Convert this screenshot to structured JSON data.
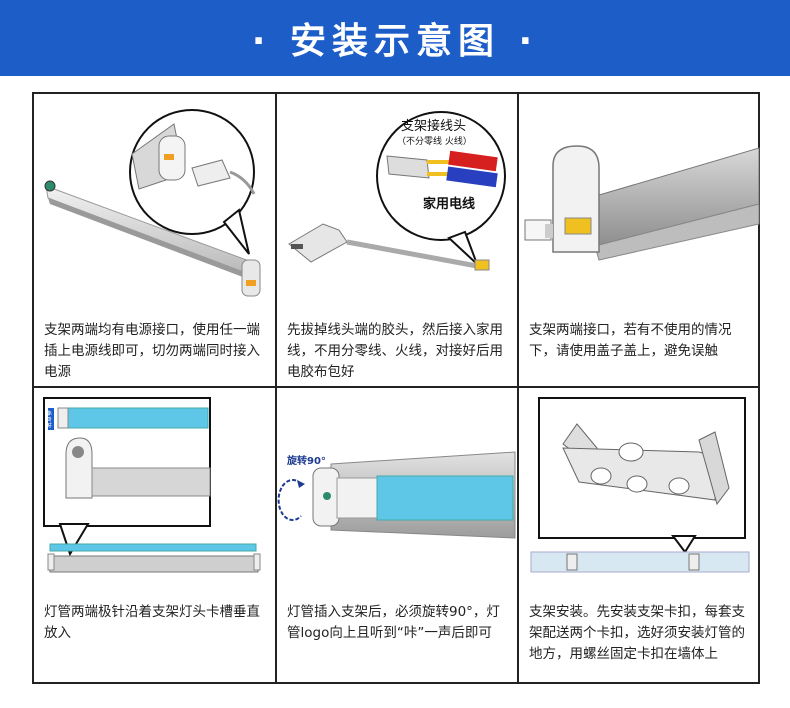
{
  "header": {
    "title": "· 安装示意图 ·",
    "background": "#1c5dc8"
  },
  "steps": [
    {
      "caption": "支架两端均有电源接口，使用任一端插上电源线即可，切勿两端同时接入电源"
    },
    {
      "caption": "先拔掉线头端的胶头，然后接入家用线，不用分零线、火线，对接好后用电胶布包好",
      "label_connector": "支架接线头",
      "label_connector_note": "（不分零线  火线）",
      "label_household": "家用电线"
    },
    {
      "caption": "支架两端接口，若有不使用的情况下，请使用盖子盖上，避免误触"
    },
    {
      "caption": "灯管两端极针沿着支架灯头卡槽垂直放入",
      "label_vertical": "垂直放入"
    },
    {
      "caption": "灯管插入支架后，必须旋转90°，灯管logo向上且听到“咔”一声后即可",
      "label_rotate": "旋转90°"
    },
    {
      "caption": "支架安装。先安装支架卡扣，每套支架配送两个卡扣，选好须安装灯管的地方，用螺丝固定卡扣在墙体上"
    }
  ]
}
